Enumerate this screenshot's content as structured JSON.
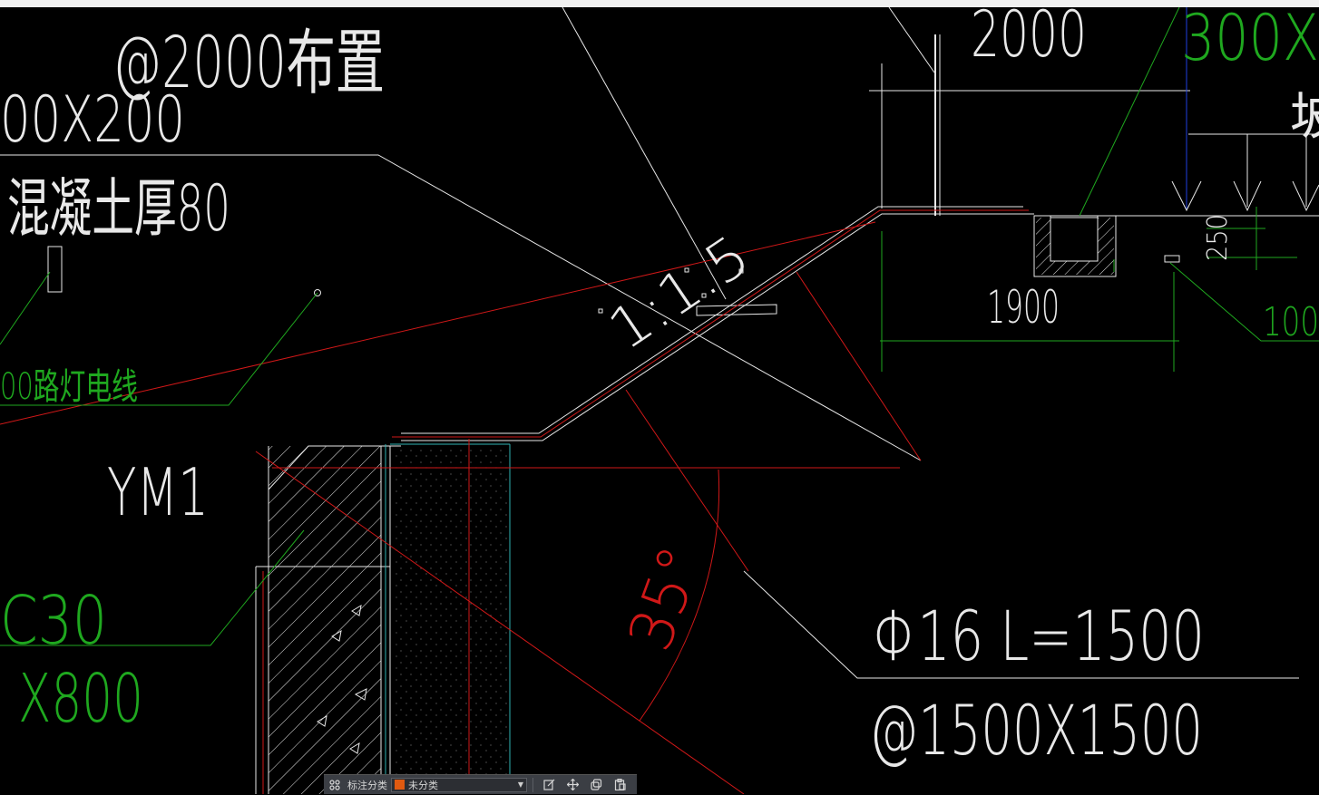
{
  "colors": {
    "background": "#000000",
    "white": "#e8e8e8",
    "red": "#d01818",
    "green": "#1fa81f",
    "blue": "#2040e0",
    "cyan": "#2fb5b5",
    "swatch": "#e05a10"
  },
  "drawing": {
    "text_2000_top": "2000",
    "text_300x": "300X",
    "text_at2000": "@2000布置",
    "text_00x200": "00X200",
    "text_concrete": "混凝土厚80",
    "text_slope": "1:1.5",
    "text_250": "250",
    "text_1900": "1900",
    "text_100": "100",
    "text_streetlight": "00路灯电线",
    "text_ym1": "YM1",
    "text_c30": "C30",
    "text_x800": "X800",
    "text_angle": "35°",
    "text_rebar": "Φ16 L=1500",
    "text_spacing": "@1500X1500",
    "text_partial_char": "坡"
  },
  "annotation_bar": {
    "label": "标注分类",
    "selected": "未分类",
    "icons": [
      "grid-icon",
      "edit-icon",
      "move-icon",
      "copy-icon",
      "paste-icon"
    ]
  }
}
